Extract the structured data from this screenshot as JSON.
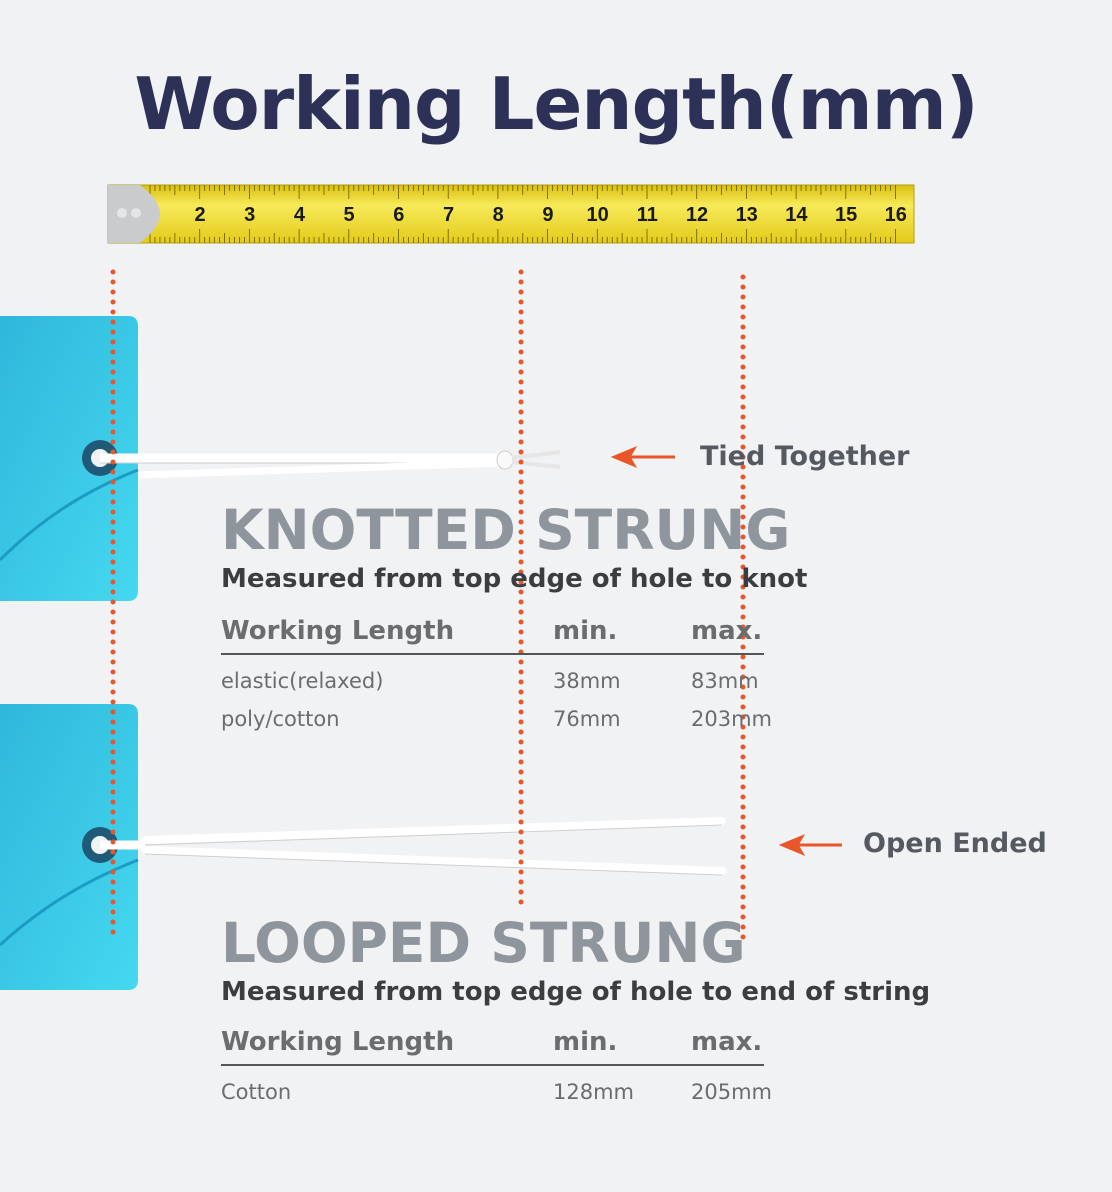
{
  "title": "Working Length(mm)",
  "ruler": {
    "numbers": [
      "2",
      "3",
      "4",
      "5",
      "6",
      "7",
      "8",
      "9",
      "10",
      "11",
      "12",
      "13",
      "14",
      "15",
      "16"
    ],
    "highlight": "10",
    "colors": {
      "tape": "#f2dc2a",
      "highlight": "#e23b1f"
    }
  },
  "callouts": {
    "tied": "Tied Together",
    "open": "Open Ended"
  },
  "knotted": {
    "heading": "KNOTTED STRUNG",
    "subtitle": "Measured from top edge of hole to knot",
    "headers": [
      "Working Length",
      "min.",
      "max."
    ],
    "rows": [
      [
        "elastic(relaxed)",
        "38mm",
        "83mm"
      ],
      [
        "poly/cotton",
        "76mm",
        "203mm"
      ]
    ]
  },
  "looped": {
    "heading": "LOOPED STRUNG",
    "subtitle": "Measured from top edge of hole to end of string",
    "headers": [
      "Working Length",
      "min.",
      "max."
    ],
    "rows": [
      [
        "Cotton",
        "128mm",
        "205mm"
      ]
    ]
  },
  "colors": {
    "accent": "#e8562a",
    "title": "#2d3057",
    "tag": "#3dcdea"
  }
}
